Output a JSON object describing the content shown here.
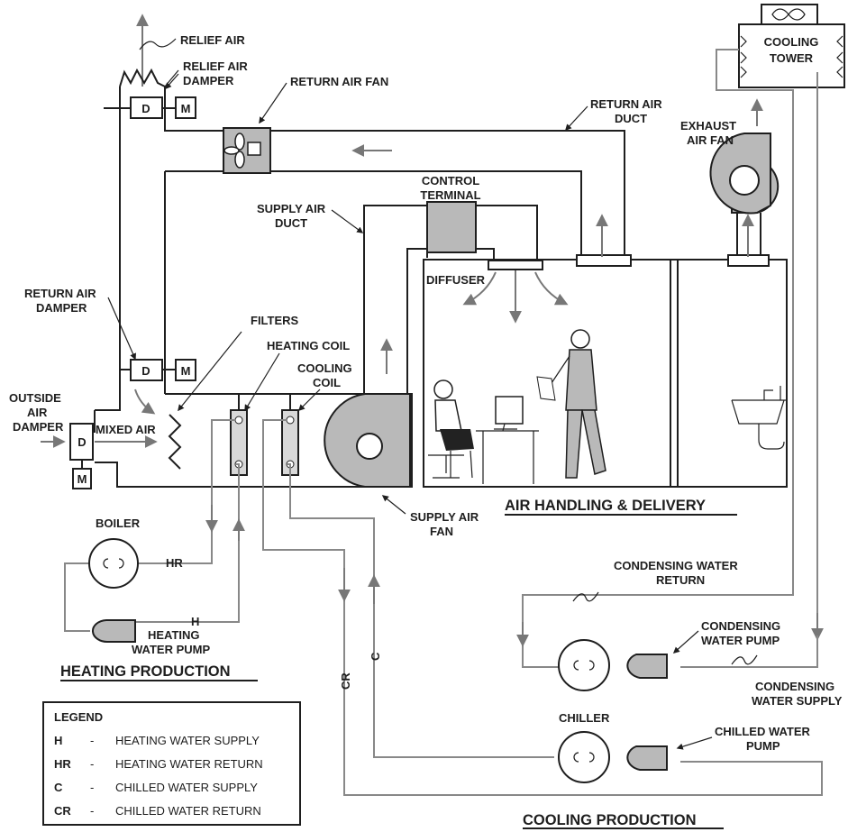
{
  "labels": {
    "relief_air": "RELIEF AIR",
    "relief_air_damper": [
      "RELIEF AIR",
      "DAMPER"
    ],
    "return_air_fan": "RETURN AIR FAN",
    "return_air_duct": [
      "RETURN AIR",
      "DUCT"
    ],
    "cooling_tower": [
      "COOLING",
      "TOWER"
    ],
    "exhaust_air_fan": [
      "EXHAUST",
      "AIR FAN"
    ],
    "control_terminal": [
      "CONTROL",
      "TERMINAL"
    ],
    "supply_air_duct": [
      "SUPPLY AIR",
      "DUCT"
    ],
    "diffuser": "DIFFUSER",
    "return_air_damper": [
      "RETURN AIR",
      "DAMPER"
    ],
    "filters": "FILTERS",
    "heating_coil": "HEATING COIL",
    "cooling_coil": [
      "COOLING",
      "COIL"
    ],
    "outside_air_damper": [
      "OUTSIDE",
      "AIR",
      "DAMPER"
    ],
    "mixed_air": "MIXED AIR",
    "supply_air_fan": [
      "SUPPLY AIR",
      "FAN"
    ],
    "air_handling_delivery": "AIR HANDLING & DELIVERY",
    "boiler": "BOILER",
    "hr_tag": "HR",
    "h_tag": "H",
    "heating_water_pump": [
      "HEATING",
      "WATER PUMP"
    ],
    "heating_production": "HEATING PRODUCTION",
    "condensing_water_return": [
      "CONDENSING WATER",
      "RETURN"
    ],
    "condensing_water_pump": [
      "CONDENSING",
      "WATER PUMP"
    ],
    "condensing_water_supply": [
      "CONDENSING",
      "WATER SUPPLY"
    ],
    "chiller": "CHILLER",
    "chilled_water_pump": [
      "CHILLED WATER",
      "PUMP"
    ],
    "cooling_production": "COOLING PRODUCTION",
    "cr_tag": "CR",
    "c_tag": "C",
    "damper_letter": "D",
    "motor_letter": "M"
  },
  "legend": {
    "title": "LEGEND",
    "items": [
      {
        "code": "H",
        "sep": "-",
        "desc": "HEATING WATER SUPPLY"
      },
      {
        "code": "HR",
        "sep": "-",
        "desc": "HEATING WATER RETURN"
      },
      {
        "code": "C",
        "sep": "-",
        "desc": "CHILLED WATER SUPPLY"
      },
      {
        "code": "CR",
        "sep": "-",
        "desc": "CHILLED WATER RETURN"
      }
    ]
  }
}
